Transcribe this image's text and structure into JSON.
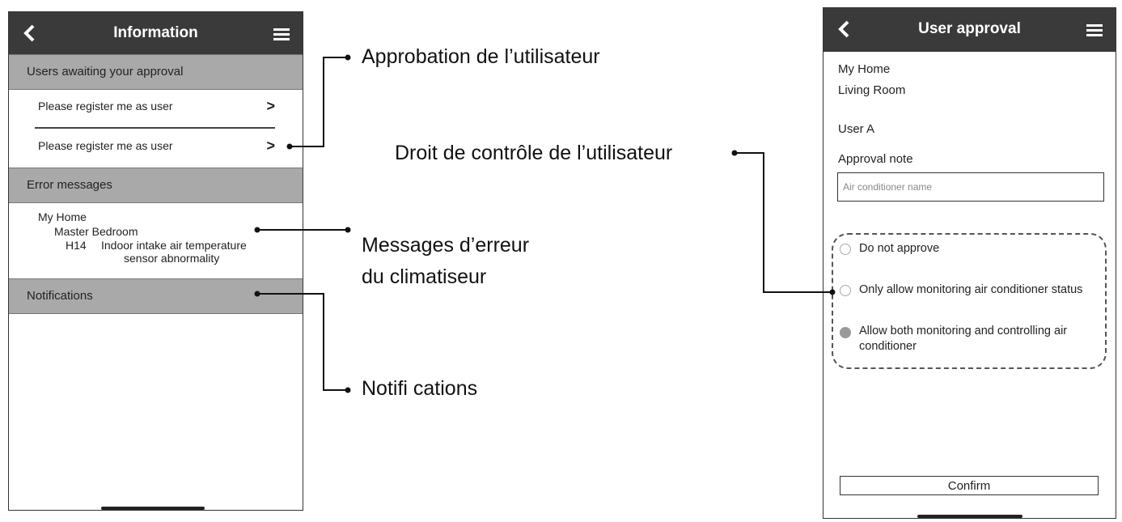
{
  "left_screen": {
    "title": "Information",
    "sections": {
      "users_awaiting": {
        "header": "Users awaiting your approval",
        "items": [
          {
            "label": "Please register me as user",
            "chevron": ">"
          },
          {
            "label": "Please register me as user",
            "chevron": ">"
          }
        ]
      },
      "errors": {
        "header": "Error messages",
        "home": "My Home",
        "room": "Master Bedroom",
        "code": "H14",
        "message_line1": "Indoor intake air temperature",
        "message_line2": "sensor abnormality"
      },
      "notifications": {
        "header": "Notifications"
      }
    }
  },
  "annotations": {
    "user_approval": "Approbation de l’utilisateur",
    "user_control_right": "Droit de contrôle de l’utilisateur",
    "error_messages_line1": "Messages d’erreur",
    "error_messages_line2": "du climatiseur",
    "notifications": "Notifi cations"
  },
  "right_screen": {
    "title": "User approval",
    "home": "My Home",
    "room": "Living Room",
    "user": "User A",
    "approval_note_label": "Approval note",
    "approval_note_placeholder": "Air conditioner name",
    "options": [
      {
        "label": "Do not approve",
        "checked": false
      },
      {
        "label": "Only allow monitoring air conditioner status",
        "checked": false
      },
      {
        "label_line1": "Allow both monitoring and controlling air",
        "label_line2": "conditioner",
        "checked": true
      }
    ],
    "confirm_label": "Confirm"
  },
  "icons": {
    "back": "chevron-left-icon",
    "menu": "hamburger-menu-icon"
  },
  "colors": {
    "topbar": "#3a3a3a",
    "section_header": "#a9a9a9",
    "radio_selected": "#9a9a9a"
  }
}
